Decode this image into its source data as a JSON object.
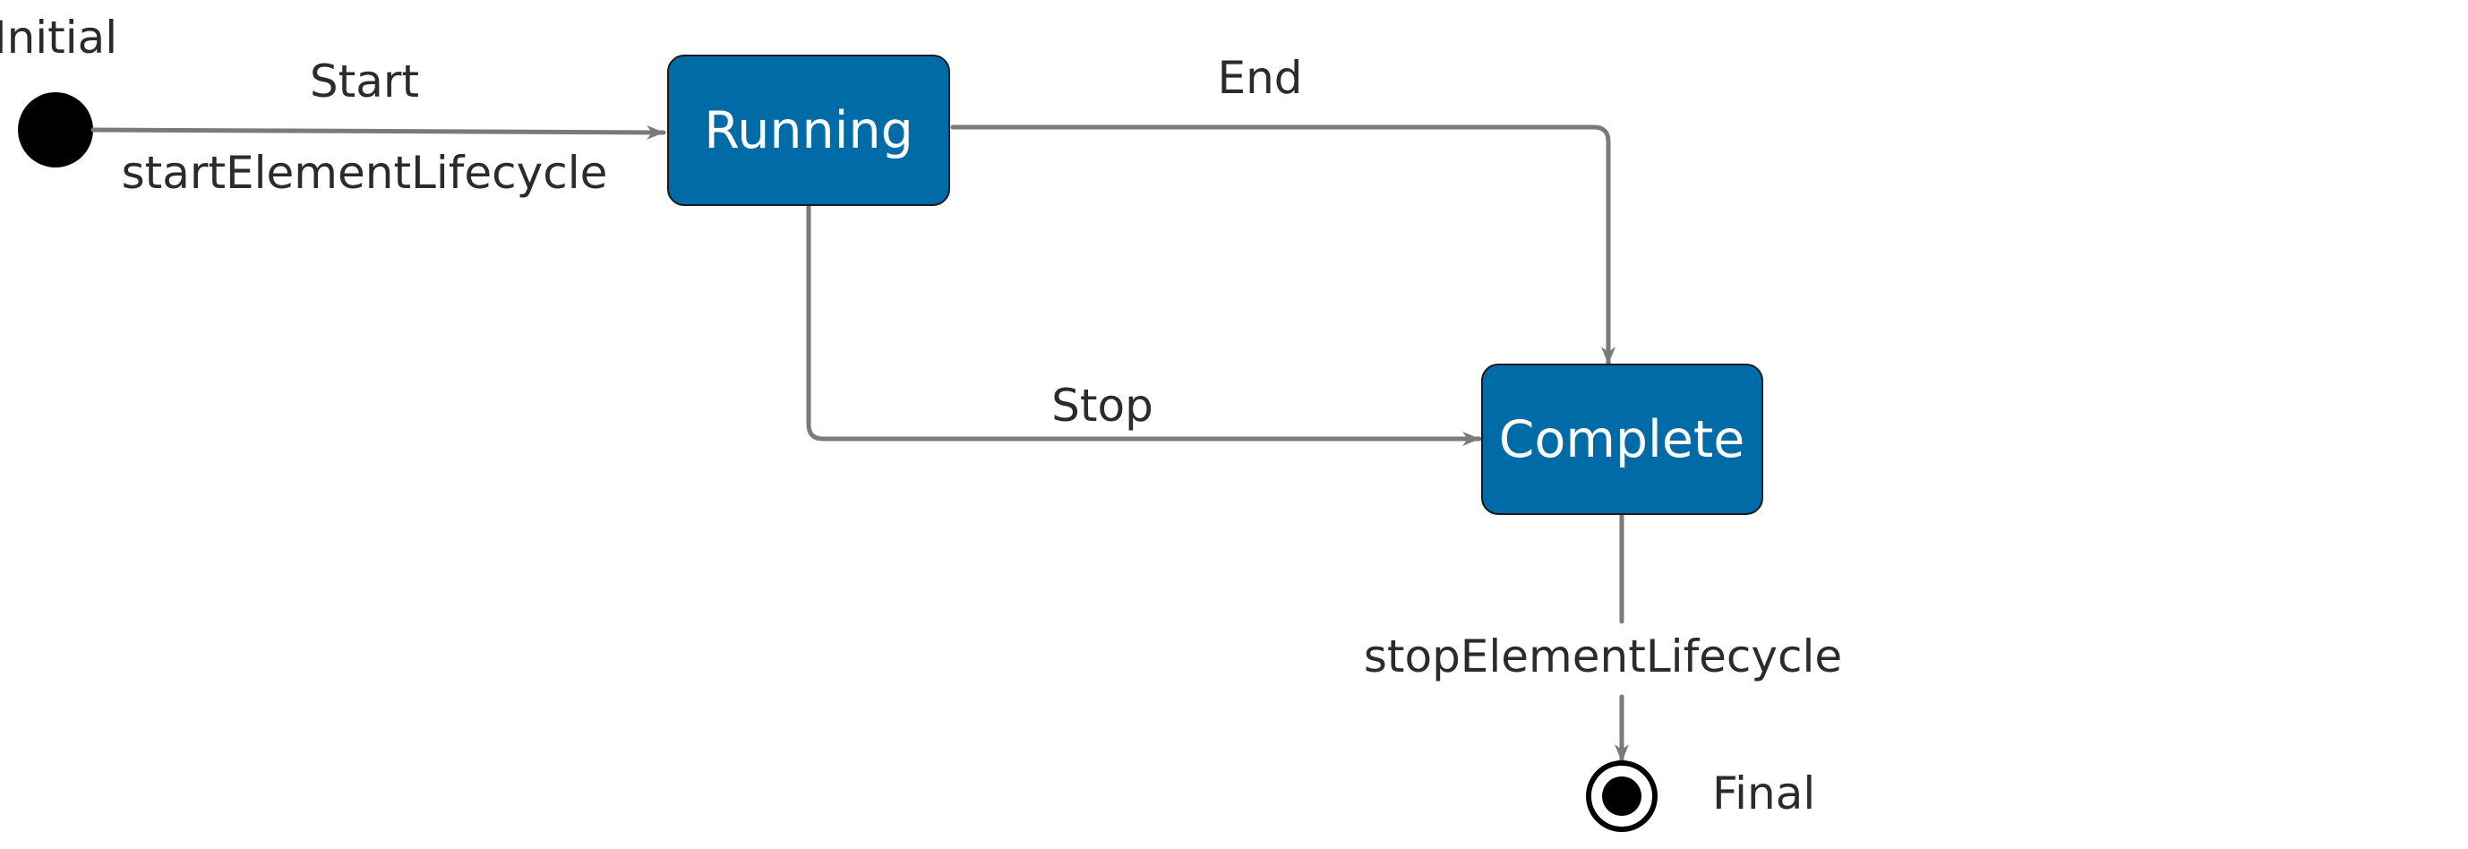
{
  "diagram": {
    "type": "state-machine",
    "colors": {
      "state_fill": "#006ba6",
      "state_text": "#ffffff",
      "edge": "#7a7a7a",
      "text": "#2b2b2b",
      "pseudo_state": "#000000"
    },
    "initial_label": "Initial",
    "final_label": "Final",
    "states": {
      "running": "Running",
      "complete": "Complete"
    },
    "transitions": {
      "start": {
        "label": "Start",
        "action": "startElementLifecycle"
      },
      "end": {
        "label": "End"
      },
      "stop": {
        "label": "Stop"
      },
      "finish": {
        "action": "stopElementLifecycle"
      }
    }
  }
}
